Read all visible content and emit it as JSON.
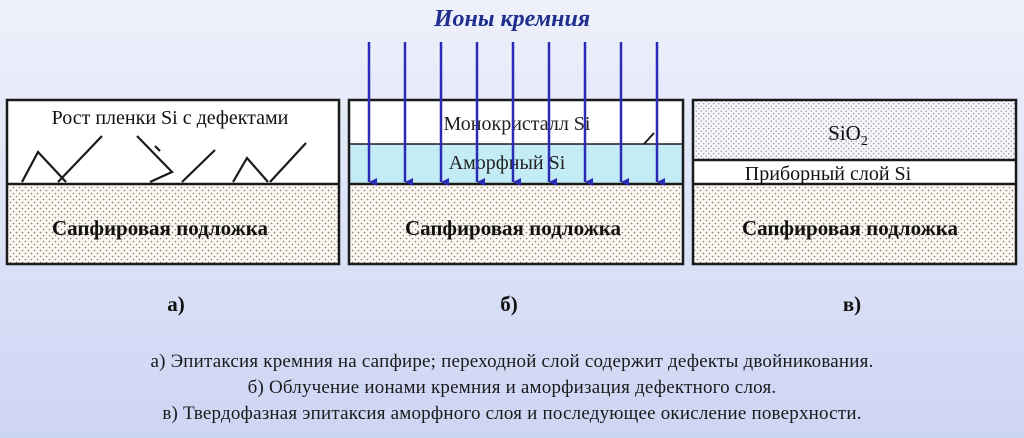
{
  "title": "Ионы кремния",
  "panels": {
    "a": {
      "letter": "а)",
      "top_label": "Рост пленки Si с дефектами",
      "substrate_label": "Сапфировая подложка"
    },
    "b": {
      "letter": "б)",
      "mono_label": "Монокристалл Si",
      "amorph_label": "Аморфный Si",
      "substrate_label": "Сапфировая подложка"
    },
    "c": {
      "letter": "в)",
      "oxide_label": "SiO",
      "oxide_subscript": "2",
      "device_label": "Приборный слой Si",
      "substrate_label": "Сапфировая подложка"
    }
  },
  "captions": [
    "а) Эпитаксия кремния на сапфире; переходной слой содержит дефекты двойникования.",
    "б) Облучение ионами кремния и аморфизация дефектного слоя.",
    "в) Твердофазная эпитаксия аморфного слоя и последующее окисление поверхности."
  ],
  "colors": {
    "title": "#1f2f8f",
    "arrow": "#2b2bb8",
    "amorphous": "#c3ecf4",
    "substrate_dots": "#8a7560",
    "oxide_dots": "#8a8aa8",
    "box_border": "#1a1a1a"
  }
}
